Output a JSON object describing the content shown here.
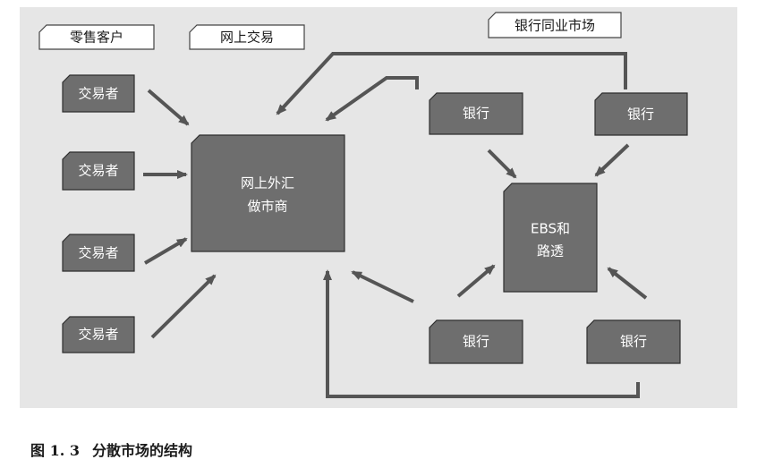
{
  "headers": {
    "retail": "零售客户",
    "online": "网上交易",
    "interbank": "银行同业市场"
  },
  "traders": [
    "交易者",
    "交易者",
    "交易者",
    "交易者"
  ],
  "market_maker": {
    "line1": "网上外汇",
    "line2": "做市商"
  },
  "platform": {
    "line1": "EBS和",
    "line2": "路透"
  },
  "banks": {
    "top_left": "银行",
    "top_right": "银行",
    "bottom_left": "银行",
    "bottom_right": "银行"
  },
  "caption": {
    "number": "图 1. 3",
    "title": "分散市场的结构"
  },
  "colors": {
    "panel_bg": "#e6e6e6",
    "box_fill": "#6e6e6e",
    "box_stroke": "#2e2e2e",
    "arrow": "#555555",
    "header_fill": "#ffffff"
  }
}
